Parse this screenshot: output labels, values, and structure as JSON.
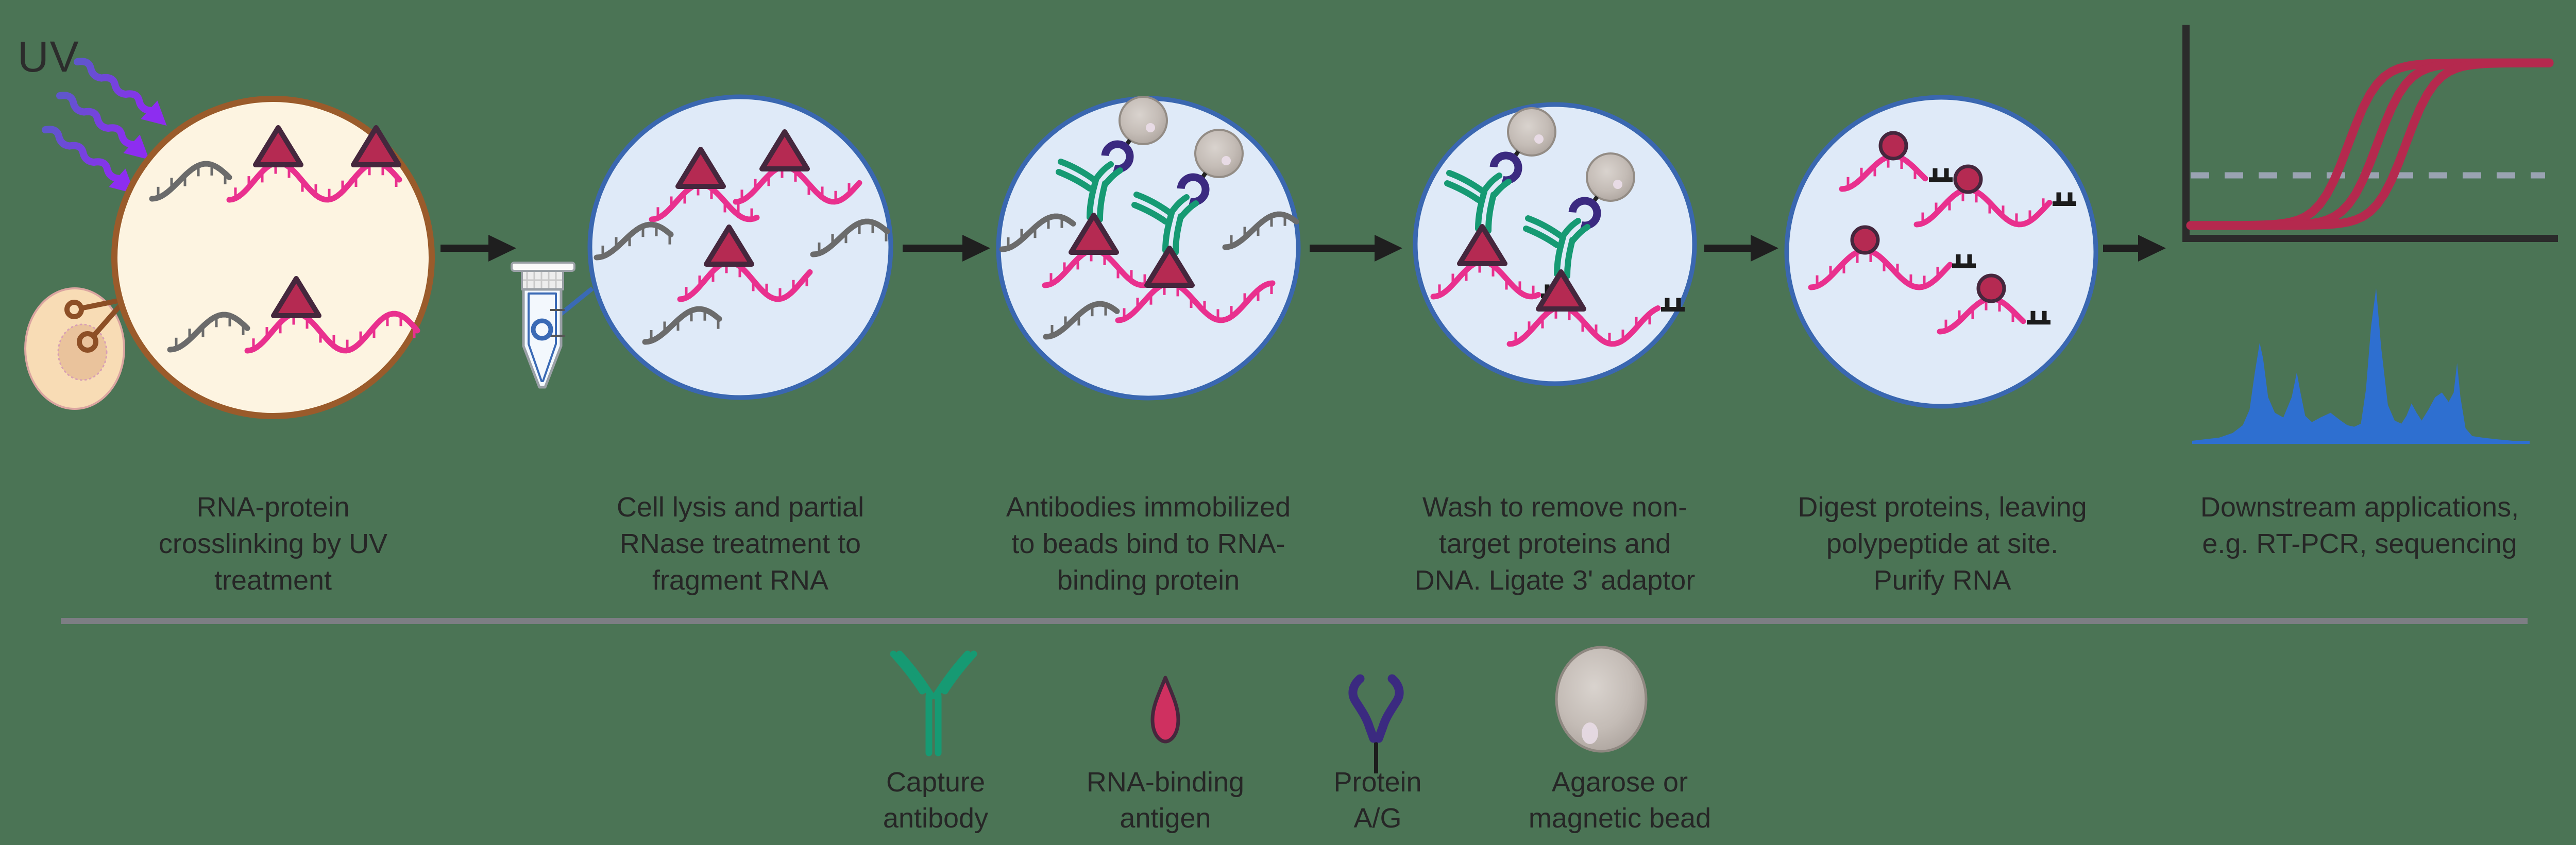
{
  "uv_label": "UV",
  "steps": [
    {
      "caption_lines": [
        "RNA-protein",
        "crosslinking by UV",
        "treatment"
      ]
    },
    {
      "caption_lines": [
        "Cell lysis and partial",
        "RNase treatment to",
        "fragment RNA"
      ]
    },
    {
      "caption_lines": [
        "Antibodies immobilized",
        "to beads bind to RNA-",
        "binding protein"
      ]
    },
    {
      "caption_lines": [
        "Wash to remove non-",
        "target proteins and",
        "DNA. Ligate 3' adaptor"
      ]
    },
    {
      "caption_lines": [
        "Digest proteins, leaving",
        "polypeptide at site.",
        "Purify RNA"
      ]
    },
    {
      "caption_lines": [
        "Downstream applications,",
        "e.g. RT-PCR, sequencing"
      ]
    }
  ],
  "legend": {
    "items": [
      {
        "icon": "capture-antibody-icon",
        "label_lines": [
          "Capture",
          "antibody"
        ]
      },
      {
        "icon": "rna-binding-antigen-icon",
        "label_lines": [
          "RNA-binding",
          "antigen"
        ]
      },
      {
        "icon": "protein-ag-icon",
        "label_lines": [
          "Protein",
          "A/G"
        ]
      },
      {
        "icon": "bead-icon",
        "label_lines": [
          "Agarose or",
          "magnetic bead"
        ]
      }
    ]
  },
  "colors": {
    "bg": "#4b7455",
    "circle_blue_fill": "#dfeaf8",
    "circle_blue_border": "#3a67b0",
    "circle_cream_fill": "#fdf4e1",
    "circle_cream_border": "#9a5b2b",
    "rna_pink": "#e9308e",
    "rna_gray": "#6b6b6b",
    "antigen_fill": "#b52a52",
    "antigen_stroke": "#45273d",
    "antibody_green": "#169a73",
    "protein_purple": "#3b2a80",
    "bead_edge": "#938c85",
    "arrow_black": "#1f1f1f",
    "uv_purple": "#8d2df0",
    "uv_purple_dark": "#5f57cc",
    "curve_crimson": "#b5294e",
    "threshold_gray": "#9aa3b2",
    "coverage_blue": "#2e6fd0",
    "divider_gray": "#7d7e84",
    "text_dark": "#262626"
  },
  "chart_data": [
    {
      "type": "line",
      "name": "rt-pcr-amplification-plot",
      "title": "",
      "xlabel": "",
      "ylabel": "",
      "description": "qPCR amplification curves (fluorescence vs cycle), three replicate sigmoids with dashed threshold line; no tick labels shown",
      "series": [
        {
          "name": "amplification-curve-1",
          "sigmoid_midpoint": 0.44
        },
        {
          "name": "amplification-curve-2",
          "sigmoid_midpoint": 0.52
        },
        {
          "name": "amplification-curve-3",
          "sigmoid_midpoint": 0.6
        }
      ],
      "sigmoid_width": 0.042,
      "baseline": 0.03,
      "plateau": 0.97,
      "threshold_line": 0.32,
      "grid": false,
      "legend_position": "none"
    },
    {
      "type": "area",
      "name": "sequencing-coverage-plot",
      "title": "",
      "xlabel": "",
      "ylabel": "",
      "description": "Sequencing read-coverage profile, filled blue peaks; no axes shown",
      "x": [
        0,
        0.04,
        0.08,
        0.12,
        0.15,
        0.17,
        0.185,
        0.2,
        0.21,
        0.225,
        0.245,
        0.27,
        0.295,
        0.31,
        0.32,
        0.335,
        0.355,
        0.38,
        0.41,
        0.44,
        0.46,
        0.48,
        0.5,
        0.515,
        0.53,
        0.545,
        0.56,
        0.58,
        0.6,
        0.62,
        0.635,
        0.65,
        0.665,
        0.68,
        0.7,
        0.72,
        0.74,
        0.76,
        0.775,
        0.785,
        0.795,
        0.81,
        0.83,
        0.86,
        0.9,
        0.95,
        1
      ],
      "y": [
        0.02,
        0.03,
        0.04,
        0.07,
        0.12,
        0.22,
        0.45,
        0.65,
        0.55,
        0.3,
        0.2,
        0.17,
        0.3,
        0.46,
        0.34,
        0.18,
        0.14,
        0.17,
        0.2,
        0.15,
        0.12,
        0.11,
        0.13,
        0.35,
        0.75,
        1.0,
        0.62,
        0.25,
        0.15,
        0.13,
        0.18,
        0.26,
        0.2,
        0.15,
        0.22,
        0.3,
        0.33,
        0.27,
        0.33,
        0.52,
        0.3,
        0.1,
        0.05,
        0.04,
        0.03,
        0.02,
        0.02
      ],
      "grid": false
    }
  ]
}
